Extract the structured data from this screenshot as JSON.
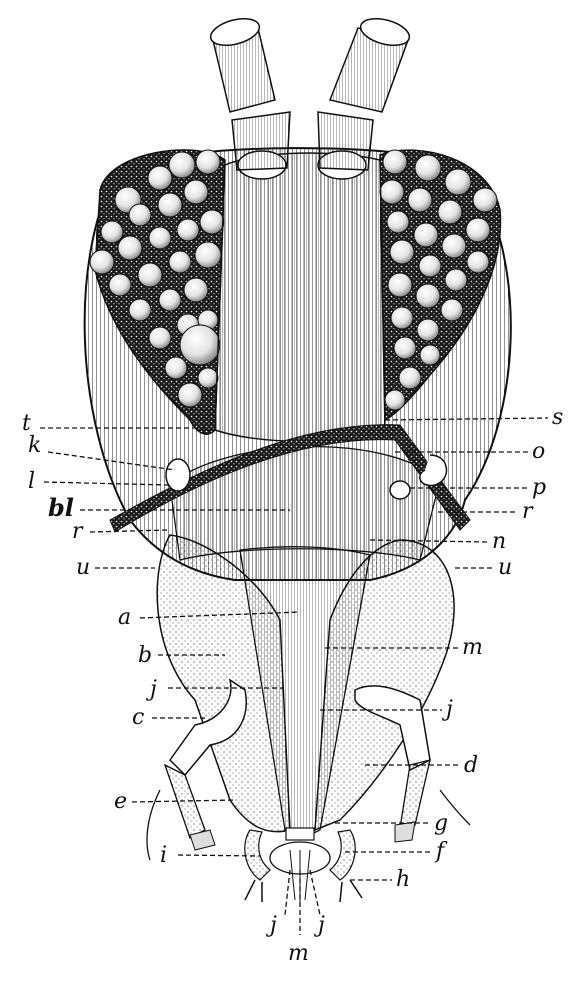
{
  "labels": {
    "t": "t",
    "s": "s",
    "k": "k",
    "o": "o",
    "l": "l",
    "p": "p",
    "bl": "bl",
    "r_left": "r",
    "r_right": "r",
    "n": "n",
    "u_left": "u",
    "u_right": "u",
    "a": "a",
    "m": "m",
    "b": "b",
    "j_left": "j",
    "j_right": "j",
    "c": "c",
    "d": "d",
    "e": "e",
    "g": "g",
    "i": "i",
    "f": "f",
    "h": "h",
    "j_bottom_left": "j",
    "j_bottom_right": "j",
    "m_bottom": "m"
  }
}
